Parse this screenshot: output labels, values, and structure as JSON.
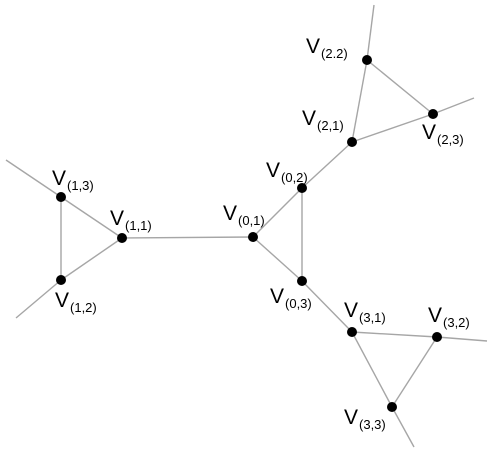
{
  "colors": {
    "edge": "#a6a6a6",
    "vertex": "#000000",
    "label": "#000000",
    "background": "#ffffff"
  },
  "vertices": [
    {
      "id": "v-1-3",
      "letter": "V",
      "sub": "(1,3)"
    },
    {
      "id": "v-1-2",
      "letter": "V",
      "sub": "(1,2)"
    },
    {
      "id": "v-1-1",
      "letter": "V",
      "sub": "(1,1)"
    },
    {
      "id": "v-0-1",
      "letter": "V",
      "sub": "(0,1)"
    },
    {
      "id": "v-0-2",
      "letter": "V",
      "sub": "(0,2)"
    },
    {
      "id": "v-0-3",
      "letter": "V",
      "sub": "(0,3)"
    },
    {
      "id": "v-2-1",
      "letter": "V",
      "sub": "(2,1)"
    },
    {
      "id": "v-2-2",
      "letter": "V",
      "sub": "(2.2)"
    },
    {
      "id": "v-2-3",
      "letter": "V",
      "sub": "(2,3)"
    },
    {
      "id": "v-3-1",
      "letter": "V",
      "sub": "(3,1)"
    },
    {
      "id": "v-3-2",
      "letter": "V",
      "sub": "(3,2)"
    },
    {
      "id": "v-3-3",
      "letter": "V",
      "sub": "(3,3)"
    }
  ],
  "edges": [
    [
      "v-1-3",
      "v-1-2"
    ],
    [
      "v-1-3",
      "v-1-1"
    ],
    [
      "v-1-2",
      "v-1-1"
    ],
    [
      "v-1-1",
      "v-0-1"
    ],
    [
      "v-0-1",
      "v-0-2"
    ],
    [
      "v-0-1",
      "v-0-3"
    ],
    [
      "v-0-2",
      "v-0-3"
    ],
    [
      "v-0-2",
      "v-2-1"
    ],
    [
      "v-2-1",
      "v-2-2"
    ],
    [
      "v-2-1",
      "v-2-3"
    ],
    [
      "v-2-2",
      "v-2-3"
    ],
    [
      "v-0-3",
      "v-3-1"
    ],
    [
      "v-3-1",
      "v-3-2"
    ],
    [
      "v-3-1",
      "v-3-3"
    ],
    [
      "v-3-2",
      "v-3-3"
    ]
  ],
  "dangling_edges": [
    "v-1-3",
    "v-1-2",
    "v-2-2",
    "v-2-3",
    "v-3-2",
    "v-3-3"
  ]
}
